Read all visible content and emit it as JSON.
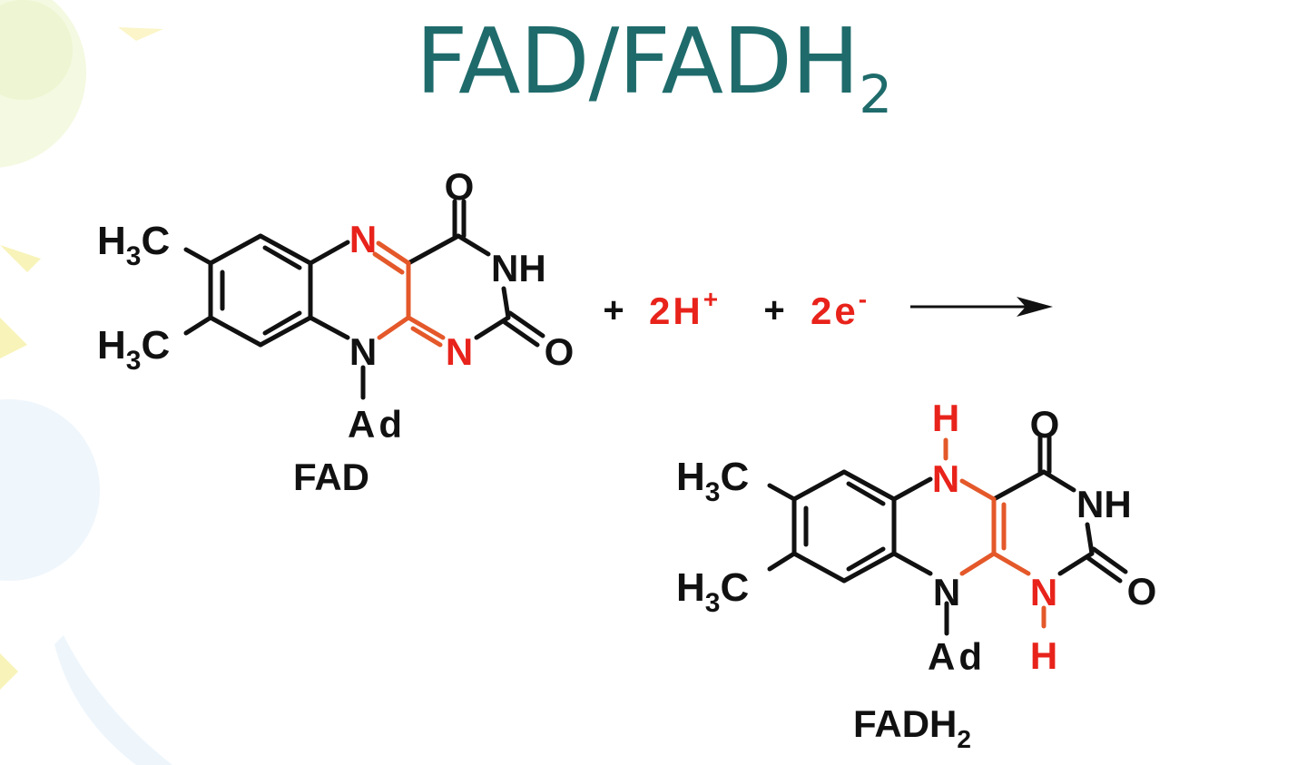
{
  "title": {
    "main": "FAD/FADH",
    "subscript": "2"
  },
  "colors": {
    "title": "#1f6b6b",
    "highlight": "#e8231b",
    "highlight_bond": "#e4582a",
    "ink": "#111111"
  },
  "fad": {
    "name": "FAD",
    "methyl_upper": {
      "main": "H",
      "sub": "3",
      "tail": "C"
    },
    "methyl_lower": {
      "main": "H",
      "sub": "3",
      "tail": "C"
    },
    "n5": "N",
    "n1": "N",
    "n10": "N",
    "nh": "NH",
    "o_top": "O",
    "o_right": "O",
    "ad": "Ad"
  },
  "reaction": {
    "plus_1": "+",
    "protons": "2H",
    "protons_sup": "+",
    "plus_2": "+",
    "electrons": "2e",
    "electrons_sup": "-"
  },
  "fadh2": {
    "name": {
      "main": "FADH",
      "sub": "2"
    },
    "methyl_upper": {
      "main": "H",
      "sub": "3",
      "tail": "C"
    },
    "methyl_lower": {
      "main": "H",
      "sub": "3",
      "tail": "C"
    },
    "n5": "N",
    "h5": "H",
    "n1": "N",
    "h1": "H",
    "n10": "N",
    "nh": "NH",
    "o_top": "O",
    "o_right": "O",
    "ad": "Ad"
  }
}
